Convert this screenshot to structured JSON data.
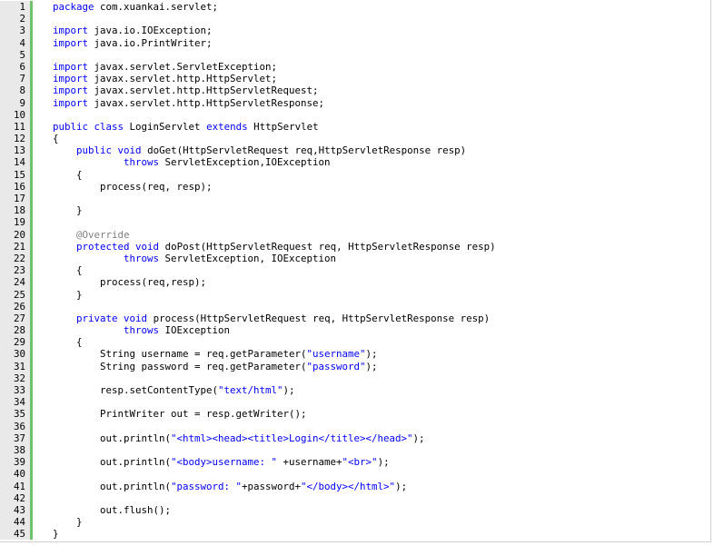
{
  "lines": [
    [
      {
        "t": "package",
        "c": "k"
      },
      {
        "t": " com.xuankai.servlet;"
      }
    ],
    [],
    [
      {
        "t": "import",
        "c": "k"
      },
      {
        "t": " java.io.IOException;"
      }
    ],
    [
      {
        "t": "import",
        "c": "k"
      },
      {
        "t": " java.io.PrintWriter;"
      }
    ],
    [],
    [
      {
        "t": "import",
        "c": "k"
      },
      {
        "t": " javax.servlet.ServletException;"
      }
    ],
    [
      {
        "t": "import",
        "c": "k"
      },
      {
        "t": " javax.servlet.http.HttpServlet;"
      }
    ],
    [
      {
        "t": "import",
        "c": "k"
      },
      {
        "t": " javax.servlet.http.HttpServletRequest;"
      }
    ],
    [
      {
        "t": "import",
        "c": "k"
      },
      {
        "t": " javax.servlet.http.HttpServletResponse;"
      }
    ],
    [],
    [
      {
        "t": "public",
        "c": "k"
      },
      {
        "t": " "
      },
      {
        "t": "class",
        "c": "k"
      },
      {
        "t": " LoginServlet "
      },
      {
        "t": "extends",
        "c": "k"
      },
      {
        "t": " HttpServlet"
      }
    ],
    [
      {
        "t": "{"
      }
    ],
    [
      {
        "t": "    "
      },
      {
        "t": "public",
        "c": "k"
      },
      {
        "t": " "
      },
      {
        "t": "void",
        "c": "k"
      },
      {
        "t": " doGet(HttpServletRequest req,HttpServletResponse resp)"
      }
    ],
    [
      {
        "t": "            "
      },
      {
        "t": "throws",
        "c": "k"
      },
      {
        "t": " ServletException,IOException"
      }
    ],
    [
      {
        "t": "    {"
      }
    ],
    [
      {
        "t": "        process(req, resp);"
      }
    ],
    [],
    [
      {
        "t": "    }"
      }
    ],
    [],
    [
      {
        "t": "    "
      },
      {
        "t": "@Override",
        "c": "a"
      }
    ],
    [
      {
        "t": "    "
      },
      {
        "t": "protected",
        "c": "k"
      },
      {
        "t": " "
      },
      {
        "t": "void",
        "c": "k"
      },
      {
        "t": " doPost(HttpServletRequest req, HttpServletResponse resp)"
      }
    ],
    [
      {
        "t": "            "
      },
      {
        "t": "throws",
        "c": "k"
      },
      {
        "t": " ServletException, IOException"
      }
    ],
    [
      {
        "t": "    {"
      }
    ],
    [
      {
        "t": "        process(req,resp);"
      }
    ],
    [
      {
        "t": "    }"
      }
    ],
    [],
    [
      {
        "t": "    "
      },
      {
        "t": "private",
        "c": "k"
      },
      {
        "t": " "
      },
      {
        "t": "void",
        "c": "k"
      },
      {
        "t": " process(HttpServletRequest req, HttpServletResponse resp)"
      }
    ],
    [
      {
        "t": "            "
      },
      {
        "t": "throws",
        "c": "k"
      },
      {
        "t": " IOException"
      }
    ],
    [
      {
        "t": "    {"
      }
    ],
    [
      {
        "t": "        String username = req.getParameter("
      },
      {
        "t": "\"username\"",
        "c": "s"
      },
      {
        "t": ");"
      }
    ],
    [
      {
        "t": "        String password = req.getParameter("
      },
      {
        "t": "\"password\"",
        "c": "s"
      },
      {
        "t": ");"
      }
    ],
    [],
    [
      {
        "t": "        resp.setContentType("
      },
      {
        "t": "\"text/html\"",
        "c": "s"
      },
      {
        "t": ");"
      }
    ],
    [],
    [
      {
        "t": "        PrintWriter out = resp.getWriter();"
      }
    ],
    [],
    [
      {
        "t": "        out.println("
      },
      {
        "t": "\"<html><head><title>Login</title></head>\"",
        "c": "s"
      },
      {
        "t": ");"
      }
    ],
    [],
    [
      {
        "t": "        out.println("
      },
      {
        "t": "\"<body>username: \"",
        "c": "s"
      },
      {
        "t": " +username+"
      },
      {
        "t": "\"<br>\"",
        "c": "s"
      },
      {
        "t": ");"
      }
    ],
    [],
    [
      {
        "t": "        out.println("
      },
      {
        "t": "\"password: \"",
        "c": "s"
      },
      {
        "t": "+password+"
      },
      {
        "t": "\"</body></html>\"",
        "c": "s"
      },
      {
        "t": ");"
      }
    ],
    [],
    [
      {
        "t": "        out.flush();"
      }
    ],
    [
      {
        "t": "    }"
      }
    ],
    [
      {
        "t": "}"
      }
    ]
  ]
}
